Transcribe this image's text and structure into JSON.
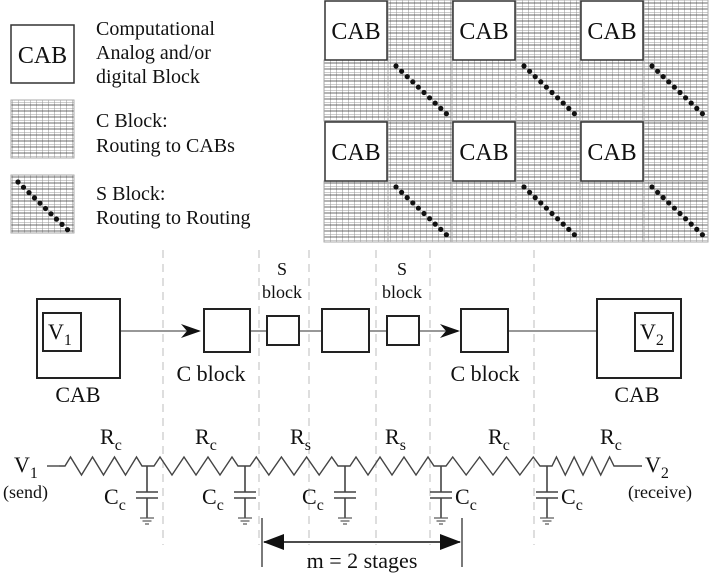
{
  "legend": {
    "cab": {
      "box_label": "CAB",
      "description": [
        "Computational",
        "Analog and/or",
        "digital Block"
      ]
    },
    "c_block": {
      "description": [
        "C Block:",
        "Routing to CABs"
      ]
    },
    "s_block": {
      "description": [
        "S Block:",
        "Routing to Routing"
      ]
    }
  },
  "fabric": {
    "rows": 2,
    "cols": 3,
    "cab_label": "CAB"
  },
  "block_diagram": {
    "source_cab": {
      "label": "CAB",
      "voltage": "V",
      "voltage_sub": "1"
    },
    "c_block_left": {
      "label": "C block"
    },
    "s_block_1": {
      "label_line1": "S",
      "label_line2": "block"
    },
    "s_block_2": {
      "label_line1": "S",
      "label_line2": "block"
    },
    "c_block_right": {
      "label": "C block"
    },
    "dest_cab": {
      "label": "CAB",
      "voltage": "V",
      "voltage_sub": "2"
    }
  },
  "circuit": {
    "input": {
      "voltage": "V",
      "voltage_sub": "1",
      "note": "(send)"
    },
    "output": {
      "voltage": "V",
      "voltage_sub": "2",
      "note": "(receive)"
    },
    "resistors": [
      {
        "name": "R",
        "sub": "c"
      },
      {
        "name": "R",
        "sub": "c"
      },
      {
        "name": "R",
        "sub": "s"
      },
      {
        "name": "R",
        "sub": "s"
      },
      {
        "name": "R",
        "sub": "c"
      },
      {
        "name": "R",
        "sub": "c"
      }
    ],
    "capacitors": [
      {
        "name": "C",
        "sub": "c"
      },
      {
        "name": "C",
        "sub": "c"
      },
      {
        "name": "C",
        "sub": "c"
      },
      {
        "name": "C",
        "sub": "c"
      },
      {
        "name": "C",
        "sub": "c"
      }
    ],
    "span_label": "m = 2 stages"
  }
}
